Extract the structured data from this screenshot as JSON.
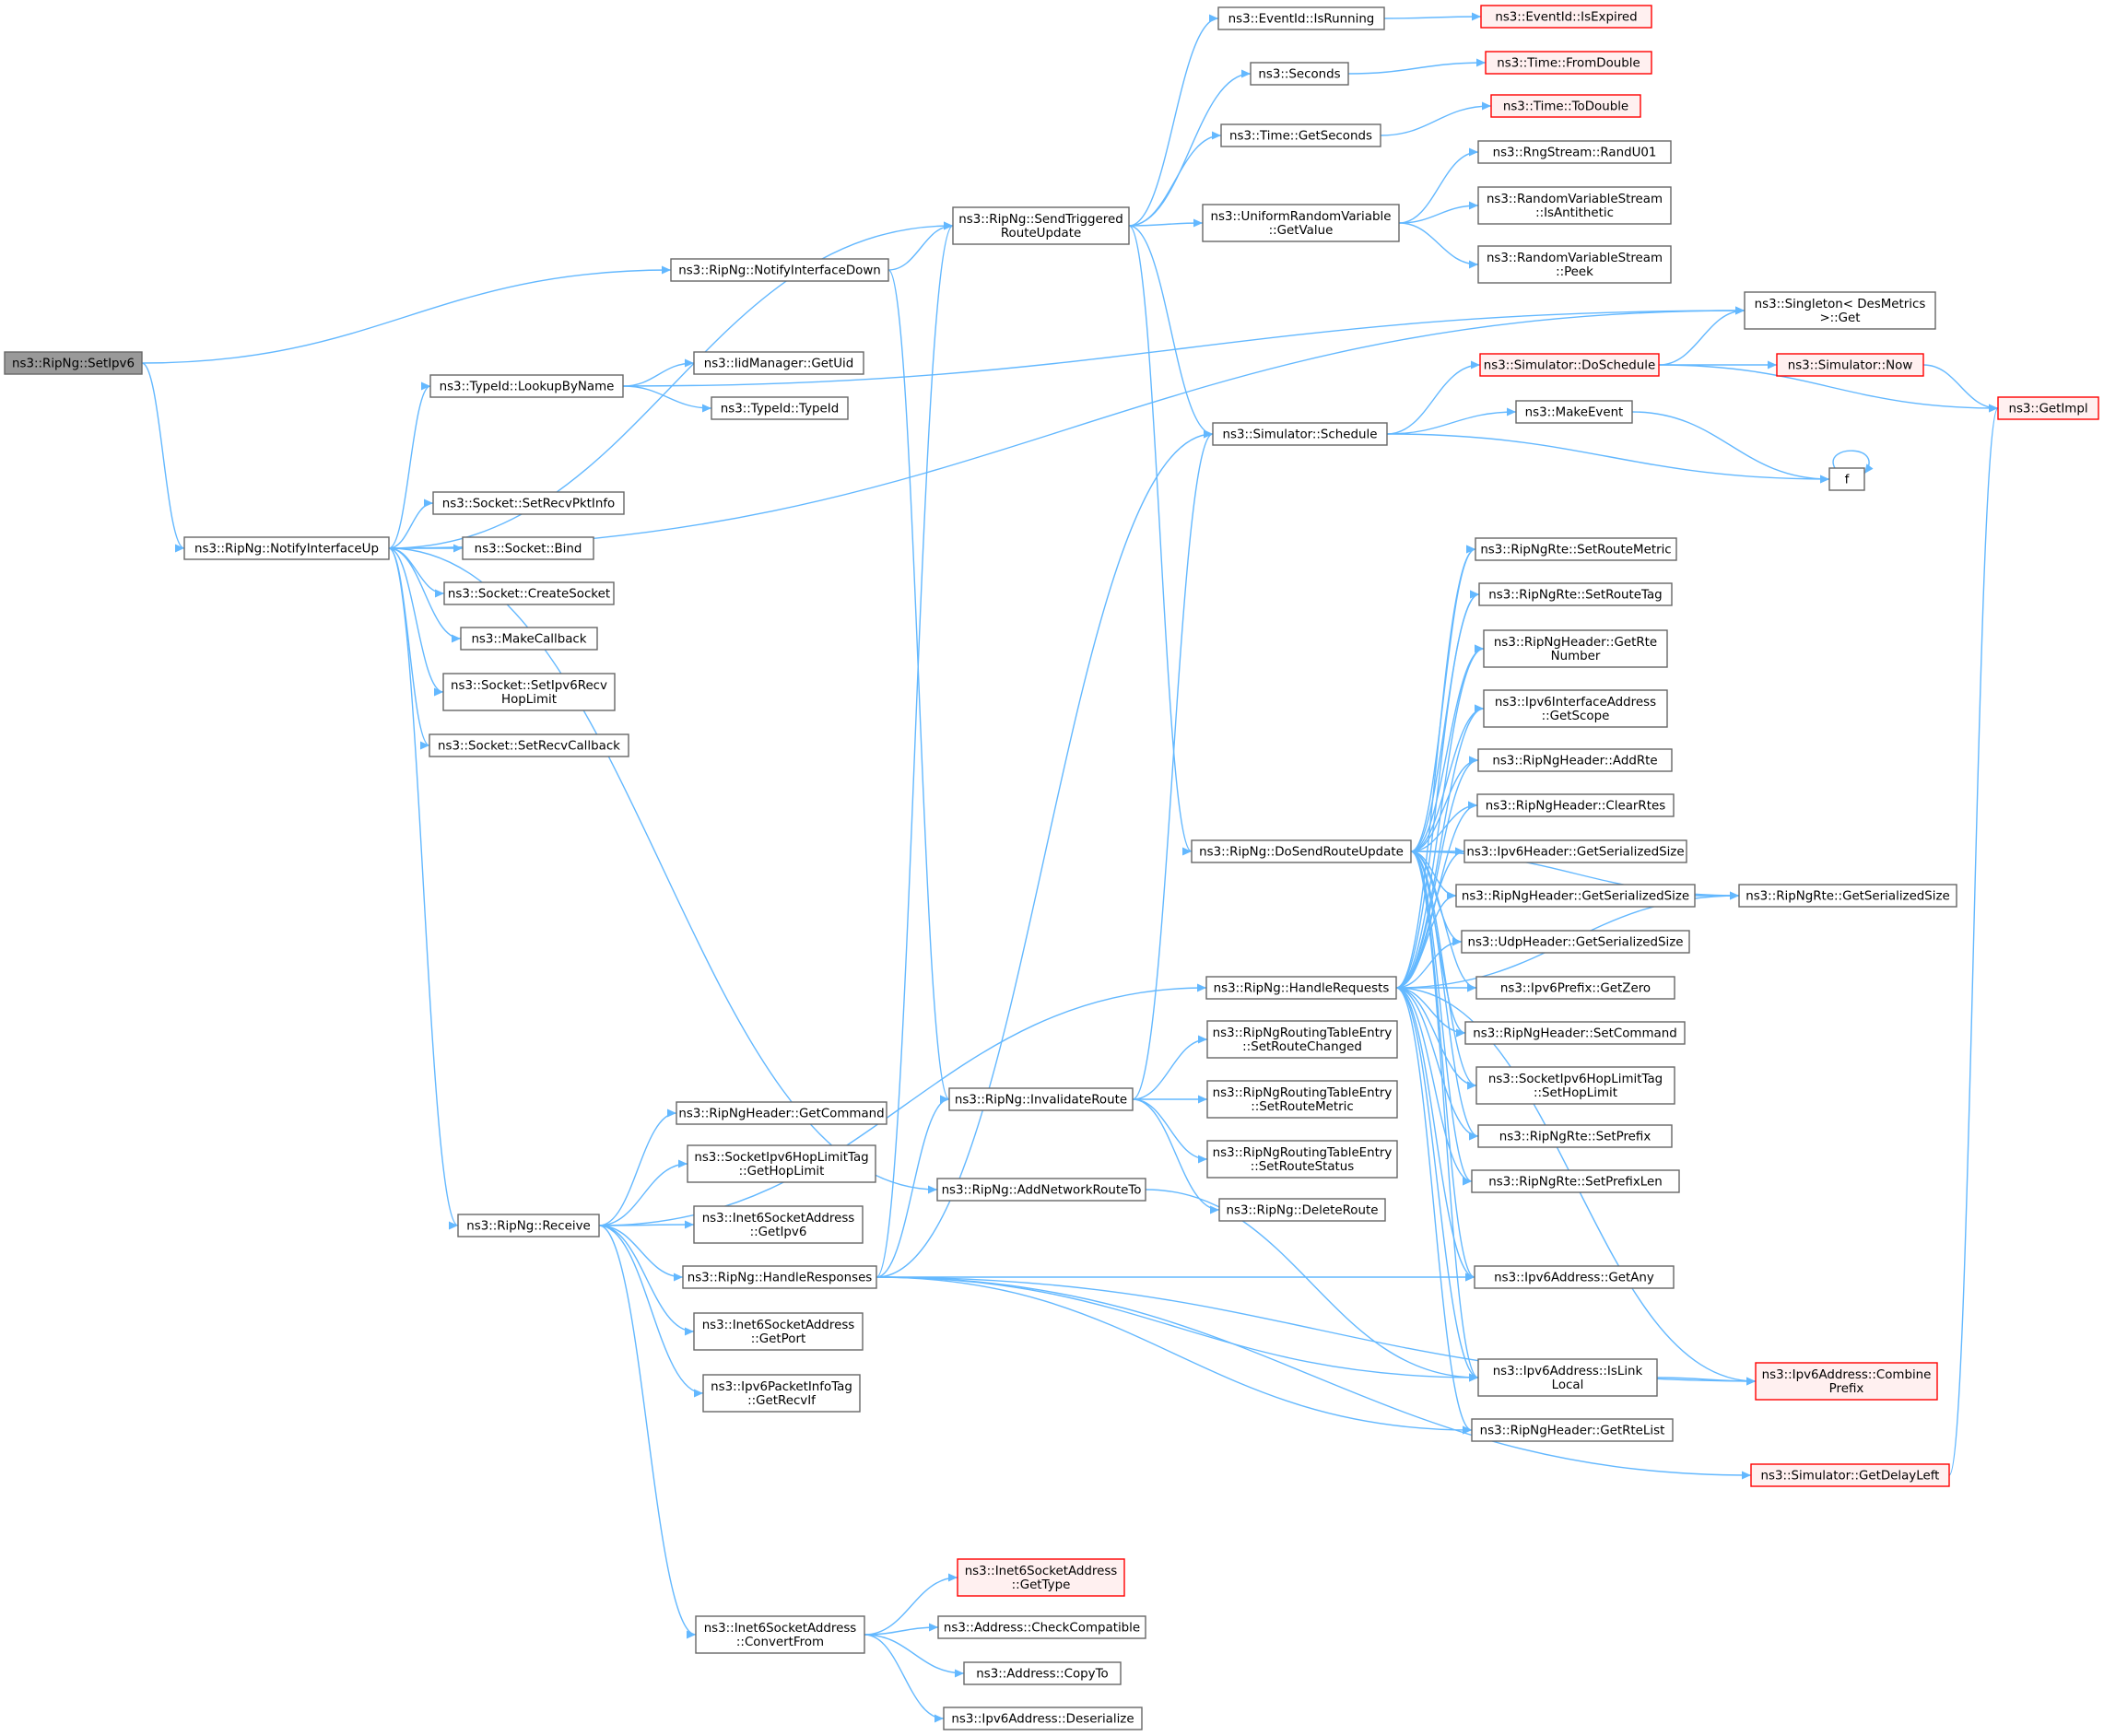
{
  "colors": {
    "edge": "#63b8ff",
    "node_border": "#666666",
    "node_fill": "#ffffff",
    "root_fill": "#999999",
    "truncated_border": "#ff0000",
    "truncated_fill": "#fff0f0"
  },
  "nodes": [
    {
      "id": "setipv6",
      "lines": [
        "ns3::RipNg::SetIpv6"
      ],
      "style": "root"
    },
    {
      "id": "notifyup",
      "lines": [
        "ns3::RipNg::NotifyInterfaceUp"
      ],
      "style": "normal"
    },
    {
      "id": "notifydown",
      "lines": [
        "ns3::RipNg::NotifyInterfaceDown"
      ],
      "style": "normal"
    },
    {
      "id": "sendtrig",
      "lines": [
        "ns3::RipNg::SendTriggered",
        "RouteUpdate"
      ],
      "style": "normal"
    },
    {
      "id": "eventrunning",
      "lines": [
        "ns3::EventId::IsRunning"
      ],
      "style": "normal"
    },
    {
      "id": "eventexpired",
      "lines": [
        "ns3::EventId::IsExpired"
      ],
      "style": "truncated"
    },
    {
      "id": "seconds",
      "lines": [
        "ns3::Seconds"
      ],
      "style": "normal"
    },
    {
      "id": "fromdouble",
      "lines": [
        "ns3::Time::FromDouble"
      ],
      "style": "truncated"
    },
    {
      "id": "getseconds",
      "lines": [
        "ns3::Time::GetSeconds"
      ],
      "style": "normal"
    },
    {
      "id": "todouble",
      "lines": [
        "ns3::Time::ToDouble"
      ],
      "style": "truncated"
    },
    {
      "id": "urvgetvalue",
      "lines": [
        "ns3::UniformRandomVariable",
        "::GetValue"
      ],
      "style": "normal"
    },
    {
      "id": "randu01",
      "lines": [
        "ns3::RngStream::RandU01"
      ],
      "style": "normal"
    },
    {
      "id": "isantithetic",
      "lines": [
        "ns3::RandomVariableStream",
        "::IsAntithetic"
      ],
      "style": "normal"
    },
    {
      "id": "peek",
      "lines": [
        "ns3::RandomVariableStream",
        "::Peek"
      ],
      "style": "normal"
    },
    {
      "id": "singletonget",
      "lines": [
        "ns3::Singleton< DesMetrics",
        ">::Get"
      ],
      "style": "normal"
    },
    {
      "id": "lookupbyname",
      "lines": [
        "ns3::TypeId::LookupByName"
      ],
      "style": "normal"
    },
    {
      "id": "getuid",
      "lines": [
        "ns3::IidManager::GetUid"
      ],
      "style": "normal"
    },
    {
      "id": "typeid",
      "lines": [
        "ns3::TypeId::TypeId"
      ],
      "style": "normal"
    },
    {
      "id": "doschedule",
      "lines": [
        "ns3::Simulator::DoSchedule"
      ],
      "style": "truncated"
    },
    {
      "id": "simnow",
      "lines": [
        "ns3::Simulator::Now"
      ],
      "style": "truncated"
    },
    {
      "id": "getimpl",
      "lines": [
        "ns3::GetImpl"
      ],
      "style": "truncated"
    },
    {
      "id": "makeevent",
      "lines": [
        "ns3::MakeEvent"
      ],
      "style": "normal"
    },
    {
      "id": "schedule",
      "lines": [
        "ns3::Simulator::Schedule"
      ],
      "style": "normal"
    },
    {
      "id": "f",
      "lines": [
        "f"
      ],
      "style": "normal"
    },
    {
      "id": "setrecvpktinfo",
      "lines": [
        "ns3::Socket::SetRecvPktInfo"
      ],
      "style": "normal"
    },
    {
      "id": "bind",
      "lines": [
        "ns3::Socket::Bind"
      ],
      "style": "normal"
    },
    {
      "id": "createsocket",
      "lines": [
        "ns3::Socket::CreateSocket"
      ],
      "style": "normal"
    },
    {
      "id": "makecallback",
      "lines": [
        "ns3::MakeCallback"
      ],
      "style": "normal"
    },
    {
      "id": "setipv6recvhoplimit",
      "lines": [
        "ns3::Socket::SetIpv6Recv",
        "HopLimit"
      ],
      "style": "normal"
    },
    {
      "id": "setrecvcallback",
      "lines": [
        "ns3::Socket::SetRecvCallback"
      ],
      "style": "normal"
    },
    {
      "id": "setroutemetric",
      "lines": [
        "ns3::RipNgRte::SetRouteMetric"
      ],
      "style": "normal"
    },
    {
      "id": "setroutetag",
      "lines": [
        "ns3::RipNgRte::SetRouteTag"
      ],
      "style": "normal"
    },
    {
      "id": "getrtenumber",
      "lines": [
        "ns3::RipNgHeader::GetRte",
        "Number"
      ],
      "style": "normal"
    },
    {
      "id": "getscope",
      "lines": [
        "ns3::Ipv6InterfaceAddress",
        "::GetScope"
      ],
      "style": "normal"
    },
    {
      "id": "addrte",
      "lines": [
        "ns3::RipNgHeader::AddRte"
      ],
      "style": "normal"
    },
    {
      "id": "clearrtes",
      "lines": [
        "ns3::RipNgHeader::ClearRtes"
      ],
      "style": "normal"
    },
    {
      "id": "dosend",
      "lines": [
        "ns3::RipNg::DoSendRouteUpdate"
      ],
      "style": "normal"
    },
    {
      "id": "ipv6hdrsize",
      "lines": [
        "ns3::Ipv6Header::GetSerializedSize"
      ],
      "style": "normal"
    },
    {
      "id": "ripnghdrsize",
      "lines": [
        "ns3::RipNgHeader::GetSerializedSize"
      ],
      "style": "normal"
    },
    {
      "id": "rtesize",
      "lines": [
        "ns3::RipNgRte::GetSerializedSize"
      ],
      "style": "normal"
    },
    {
      "id": "udphdrsize",
      "lines": [
        "ns3::UdpHeader::GetSerializedSize"
      ],
      "style": "normal"
    },
    {
      "id": "handlerequests",
      "lines": [
        "ns3::RipNg::HandleRequests"
      ],
      "style": "normal"
    },
    {
      "id": "getzero",
      "lines": [
        "ns3::Ipv6Prefix::GetZero"
      ],
      "style": "normal"
    },
    {
      "id": "setcommand",
      "lines": [
        "ns3::RipNgHeader::SetCommand"
      ],
      "style": "normal"
    },
    {
      "id": "setroutechanged",
      "lines": [
        "ns3::RipNgRoutingTableEntry",
        "::SetRouteChanged"
      ],
      "style": "normal"
    },
    {
      "id": "sethoplimit",
      "lines": [
        "ns3::SocketIpv6HopLimitTag",
        "::SetHopLimit"
      ],
      "style": "normal"
    },
    {
      "id": "invalidateroute",
      "lines": [
        "ns3::RipNg::InvalidateRoute"
      ],
      "style": "normal"
    },
    {
      "id": "entrysetroutemetric",
      "lines": [
        "ns3::RipNgRoutingTableEntry",
        "::SetRouteMetric"
      ],
      "style": "normal"
    },
    {
      "id": "getcommand",
      "lines": [
        "ns3::RipNgHeader::GetCommand"
      ],
      "style": "normal"
    },
    {
      "id": "setprefix",
      "lines": [
        "ns3::RipNgRte::SetPrefix"
      ],
      "style": "normal"
    },
    {
      "id": "gethoplimit",
      "lines": [
        "ns3::SocketIpv6HopLimitTag",
        "::GetHopLimit"
      ],
      "style": "normal"
    },
    {
      "id": "setroutestatus",
      "lines": [
        "ns3::RipNgRoutingTableEntry",
        "::SetRouteStatus"
      ],
      "style": "normal"
    },
    {
      "id": "addnetworkrouteto",
      "lines": [
        "ns3::RipNg::AddNetworkRouteTo"
      ],
      "style": "normal"
    },
    {
      "id": "setprefixlen",
      "lines": [
        "ns3::RipNgRte::SetPrefixLen"
      ],
      "style": "normal"
    },
    {
      "id": "receive",
      "lines": [
        "ns3::RipNg::Receive"
      ],
      "style": "normal"
    },
    {
      "id": "getipv6",
      "lines": [
        "ns3::Inet6SocketAddress",
        "::GetIpv6"
      ],
      "style": "normal"
    },
    {
      "id": "deleteroute",
      "lines": [
        "ns3::RipNg::DeleteRoute"
      ],
      "style": "normal"
    },
    {
      "id": "handleresponses",
      "lines": [
        "ns3::RipNg::HandleResponses"
      ],
      "style": "normal"
    },
    {
      "id": "getany",
      "lines": [
        "ns3::Ipv6Address::GetAny"
      ],
      "style": "normal"
    },
    {
      "id": "getport",
      "lines": [
        "ns3::Inet6SocketAddress",
        "::GetPort"
      ],
      "style": "normal"
    },
    {
      "id": "islinklocal",
      "lines": [
        "ns3::Ipv6Address::IsLink",
        "Local"
      ],
      "style": "normal"
    },
    {
      "id": "combineprefix",
      "lines": [
        "ns3::Ipv6Address::Combine",
        "Prefix"
      ],
      "style": "truncated"
    },
    {
      "id": "getrecvif",
      "lines": [
        "ns3::Ipv6PacketInfoTag",
        "::GetRecvIf"
      ],
      "style": "normal"
    },
    {
      "id": "getrtelist",
      "lines": [
        "ns3::RipNgHeader::GetRteList"
      ],
      "style": "normal"
    },
    {
      "id": "getdelayleft",
      "lines": [
        "ns3::Simulator::GetDelayLeft"
      ],
      "style": "truncated"
    },
    {
      "id": "gettype",
      "lines": [
        "ns3::Inet6SocketAddress",
        "::GetType"
      ],
      "style": "truncated"
    },
    {
      "id": "convertfrom",
      "lines": [
        "ns3::Inet6SocketAddress",
        "::ConvertFrom"
      ],
      "style": "normal"
    },
    {
      "id": "checkcompatible",
      "lines": [
        "ns3::Address::CheckCompatible"
      ],
      "style": "normal"
    },
    {
      "id": "copyto",
      "lines": [
        "ns3::Address::CopyTo"
      ],
      "style": "normal"
    },
    {
      "id": "deserialize",
      "lines": [
        "ns3::Ipv6Address::Deserialize"
      ],
      "style": "normal"
    }
  ],
  "edges": [
    [
      "setipv6",
      "notifydown"
    ],
    [
      "setipv6",
      "notifyup"
    ],
    [
      "notifydown",
      "sendtrig"
    ],
    [
      "notifydown",
      "invalidateroute"
    ],
    [
      "notifyup",
      "sendtrig"
    ],
    [
      "notifyup",
      "singletonget"
    ],
    [
      "notifyup",
      "lookupbyname"
    ],
    [
      "notifyup",
      "addnetworkrouteto"
    ],
    [
      "notifyup",
      "setrecvpktinfo"
    ],
    [
      "notifyup",
      "bind"
    ],
    [
      "notifyup",
      "createsocket"
    ],
    [
      "notifyup",
      "makecallback"
    ],
    [
      "notifyup",
      "setipv6recvhoplimit"
    ],
    [
      "notifyup",
      "setrecvcallback"
    ],
    [
      "notifyup",
      "receive"
    ],
    [
      "lookupbyname",
      "singletonget"
    ],
    [
      "lookupbyname",
      "getuid"
    ],
    [
      "lookupbyname",
      "typeid"
    ],
    [
      "sendtrig",
      "eventrunning"
    ],
    [
      "sendtrig",
      "seconds"
    ],
    [
      "sendtrig",
      "getseconds"
    ],
    [
      "sendtrig",
      "urvgetvalue"
    ],
    [
      "sendtrig",
      "schedule"
    ],
    [
      "sendtrig",
      "dosend"
    ],
    [
      "eventrunning",
      "eventexpired"
    ],
    [
      "seconds",
      "fromdouble"
    ],
    [
      "getseconds",
      "todouble"
    ],
    [
      "urvgetvalue",
      "randu01"
    ],
    [
      "urvgetvalue",
      "isantithetic"
    ],
    [
      "urvgetvalue",
      "peek"
    ],
    [
      "schedule",
      "doschedule"
    ],
    [
      "schedule",
      "makeevent"
    ],
    [
      "schedule",
      "f"
    ],
    [
      "doschedule",
      "singletonget"
    ],
    [
      "doschedule",
      "simnow"
    ],
    [
      "doschedule",
      "getimpl"
    ],
    [
      "simnow",
      "getimpl"
    ],
    [
      "makeevent",
      "f"
    ],
    [
      "f",
      "f"
    ],
    [
      "dosend",
      "setroutemetric"
    ],
    [
      "dosend",
      "setroutetag"
    ],
    [
      "dosend",
      "getrtenumber"
    ],
    [
      "dosend",
      "getscope"
    ],
    [
      "dosend",
      "addrte"
    ],
    [
      "dosend",
      "clearrtes"
    ],
    [
      "dosend",
      "ipv6hdrsize"
    ],
    [
      "dosend",
      "ripnghdrsize"
    ],
    [
      "dosend",
      "udphdrsize"
    ],
    [
      "dosend",
      "getzero"
    ],
    [
      "dosend",
      "setcommand"
    ],
    [
      "dosend",
      "sethoplimit"
    ],
    [
      "dosend",
      "setprefix"
    ],
    [
      "dosend",
      "setprefixlen"
    ],
    [
      "dosend",
      "getany"
    ],
    [
      "dosend",
      "islinklocal"
    ],
    [
      "dosend",
      "rtesize"
    ],
    [
      "ripnghdrsize",
      "rtesize"
    ],
    [
      "handlerequests",
      "setroutemetric"
    ],
    [
      "handlerequests",
      "setroutetag"
    ],
    [
      "handlerequests",
      "getrtenumber"
    ],
    [
      "handlerequests",
      "getscope"
    ],
    [
      "handlerequests",
      "addrte"
    ],
    [
      "handlerequests",
      "clearrtes"
    ],
    [
      "handlerequests",
      "ipv6hdrsize"
    ],
    [
      "handlerequests",
      "ripnghdrsize"
    ],
    [
      "handlerequests",
      "udphdrsize"
    ],
    [
      "handlerequests",
      "getzero"
    ],
    [
      "handlerequests",
      "setcommand"
    ],
    [
      "handlerequests",
      "sethoplimit"
    ],
    [
      "handlerequests",
      "setprefix"
    ],
    [
      "handlerequests",
      "setprefixlen"
    ],
    [
      "handlerequests",
      "getany"
    ],
    [
      "handlerequests",
      "islinklocal"
    ],
    [
      "handlerequests",
      "combineprefix"
    ],
    [
      "handlerequests",
      "getrtelist"
    ],
    [
      "handlerequests",
      "rtesize"
    ],
    [
      "invalidateroute",
      "setroutechanged"
    ],
    [
      "invalidateroute",
      "entrysetroutemetric"
    ],
    [
      "invalidateroute",
      "setroutestatus"
    ],
    [
      "invalidateroute",
      "deleteroute"
    ],
    [
      "invalidateroute",
      "schedule"
    ],
    [
      "addnetworkrouteto",
      "islinklocal"
    ],
    [
      "receive",
      "handlerequests"
    ],
    [
      "receive",
      "getcommand"
    ],
    [
      "receive",
      "gethoplimit"
    ],
    [
      "receive",
      "getipv6"
    ],
    [
      "receive",
      "handleresponses"
    ],
    [
      "receive",
      "getport"
    ],
    [
      "receive",
      "getrecvif"
    ],
    [
      "receive",
      "convertfrom"
    ],
    [
      "handleresponses",
      "sendtrig"
    ],
    [
      "handleresponses",
      "schedule"
    ],
    [
      "handleresponses",
      "invalidateroute"
    ],
    [
      "handleresponses",
      "getany"
    ],
    [
      "handleresponses",
      "islinklocal"
    ],
    [
      "handleresponses",
      "getrtelist"
    ],
    [
      "handleresponses",
      "combineprefix"
    ],
    [
      "handleresponses",
      "getdelayleft"
    ],
    [
      "getdelayleft",
      "getimpl"
    ],
    [
      "islinklocal",
      "combineprefix"
    ],
    [
      "convertfrom",
      "gettype"
    ],
    [
      "convertfrom",
      "checkcompatible"
    ],
    [
      "convertfrom",
      "copyto"
    ],
    [
      "convertfrom",
      "deserialize"
    ]
  ]
}
